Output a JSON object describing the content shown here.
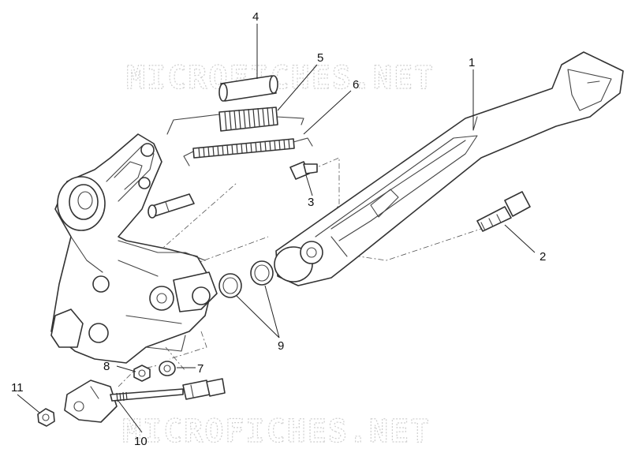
{
  "watermark": "MICROFICHES.NET",
  "callouts": [
    "1",
    "2",
    "3",
    "4",
    "5",
    "6",
    "7",
    "8",
    "9",
    "10",
    "11"
  ]
}
